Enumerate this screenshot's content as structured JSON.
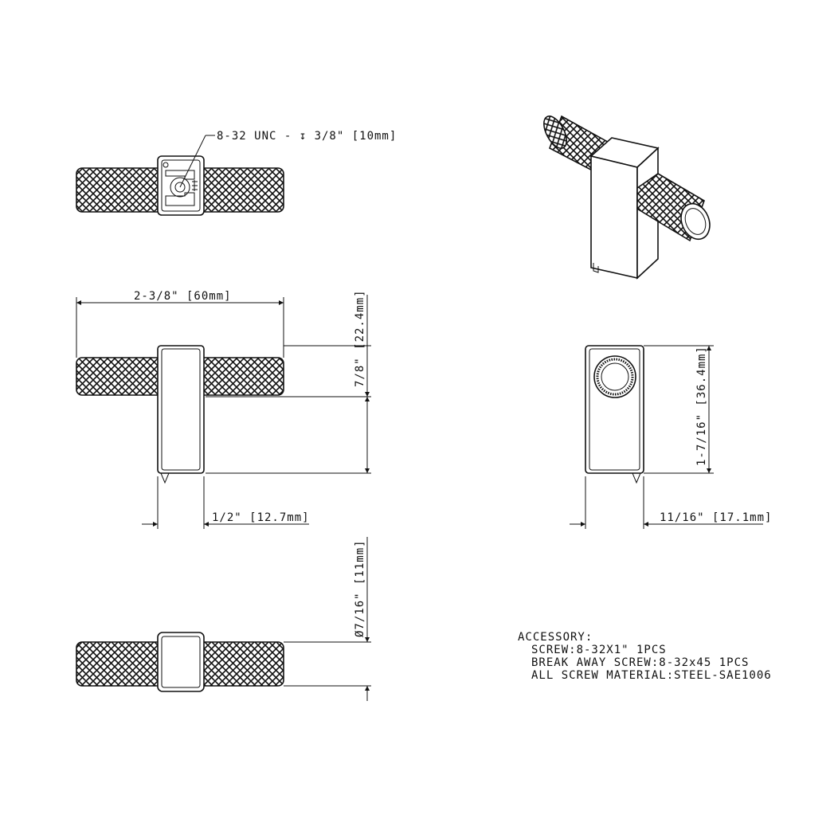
{
  "annotations": {
    "thread": "8-32 UNC - ↧ 3/8\" [10mm]",
    "width": "2-3/8\" [60mm]",
    "projection": "7/8\" [22.4mm]",
    "base_width": "1/2\" [12.7mm]",
    "depth": "11/16\" [17.1mm]",
    "height": "1-7/16\" [36.4mm]",
    "diameter": "Ø7/16\" [11mm]"
  },
  "notes": {
    "title": "ACCESSORY:",
    "line1": "SCREW:8-32X1\" 1PCS",
    "line2": "BREAK AWAY SCREW:8-32x45 1PCS",
    "line3": "ALL SCREW MATERIAL:STEEL-SAE1006"
  },
  "colors": {
    "line": "#111111",
    "background": "#ffffff"
  }
}
